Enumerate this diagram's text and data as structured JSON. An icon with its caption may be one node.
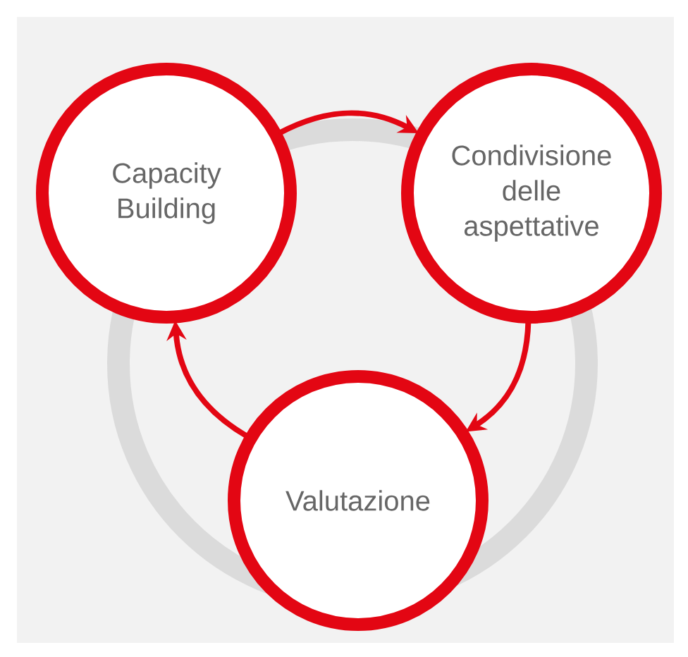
{
  "diagram": {
    "nodes": [
      {
        "text": [
          "Capacity Building"
        ]
      },
      {
        "text": [
          "Condivisione delle aspettative"
        ]
      },
      {
        "text": [
          "Valutazione"
        ]
      }
    ],
    "edges": [
      {
        "from": 0,
        "to": 1,
        "arrow": "to"
      },
      {
        "from": 1,
        "to": 2,
        "arrow": "to"
      },
      {
        "from": 2,
        "to": 0,
        "arrow": "to"
      }
    ]
  }
}
